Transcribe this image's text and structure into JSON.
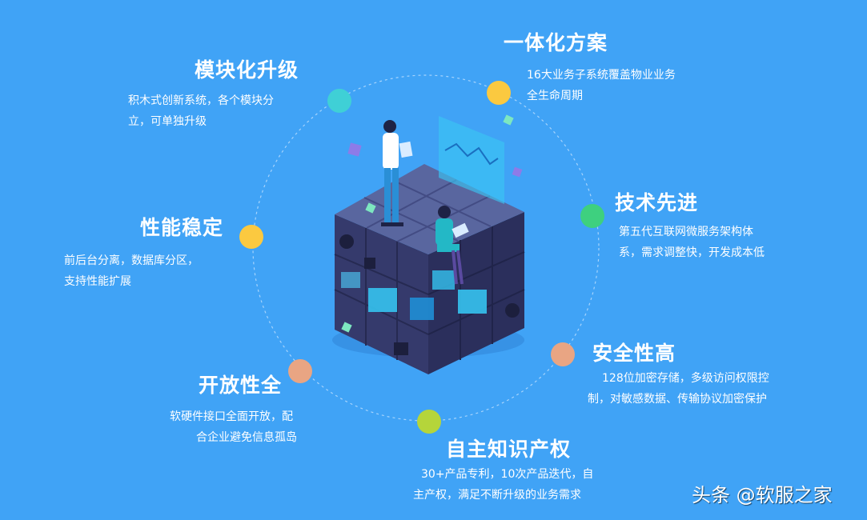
{
  "features": [
    {
      "id": "modular",
      "title": "模块化升级",
      "desc": [
        "积木式创新系统，各个模块分",
        "立，可单独升级"
      ],
      "dot_color": "#3fd0d6"
    },
    {
      "id": "integrated",
      "title": "一体化方案",
      "desc": [
        "16大业务子系统覆盖物业业务",
        "全生命周期"
      ],
      "dot_color": "#fbc940"
    },
    {
      "id": "tech",
      "title": "技术先进",
      "desc": [
        "第五代互联网微服务架构体",
        "系，需求调整快，开发成本低"
      ],
      "dot_color": "#3ed07f"
    },
    {
      "id": "stable",
      "title": "性能稳定",
      "desc": [
        "前后台分离，数据库分区，",
        "支持性能扩展"
      ],
      "dot_color": "#fbc940"
    },
    {
      "id": "open",
      "title": "开放性全",
      "desc": [
        "软硬件接口全面开放，配",
        "合企业避免信息孤岛"
      ],
      "dot_color": "#e9a583"
    },
    {
      "id": "secure",
      "title": "安全性高",
      "desc": [
        "128位加密存储，多级访问权限控",
        "制，对敏感数据、传输协议加密保护"
      ],
      "dot_color": "#e9a583"
    },
    {
      "id": "ip",
      "title": "自主知识产权",
      "desc": [
        "30+产品专利，10次产品迭代，自",
        "主产权，满足不断升级的业务需求"
      ],
      "dot_color": "#b5d53a"
    }
  ],
  "watermark": "头条 @软服之家",
  "colors": {
    "background": "#40a3f6",
    "cube_face": "#3a3f74",
    "cube_top": "#5a6aa8",
    "screen": "#35c3f0",
    "orbit": "#bfe0ff"
  }
}
